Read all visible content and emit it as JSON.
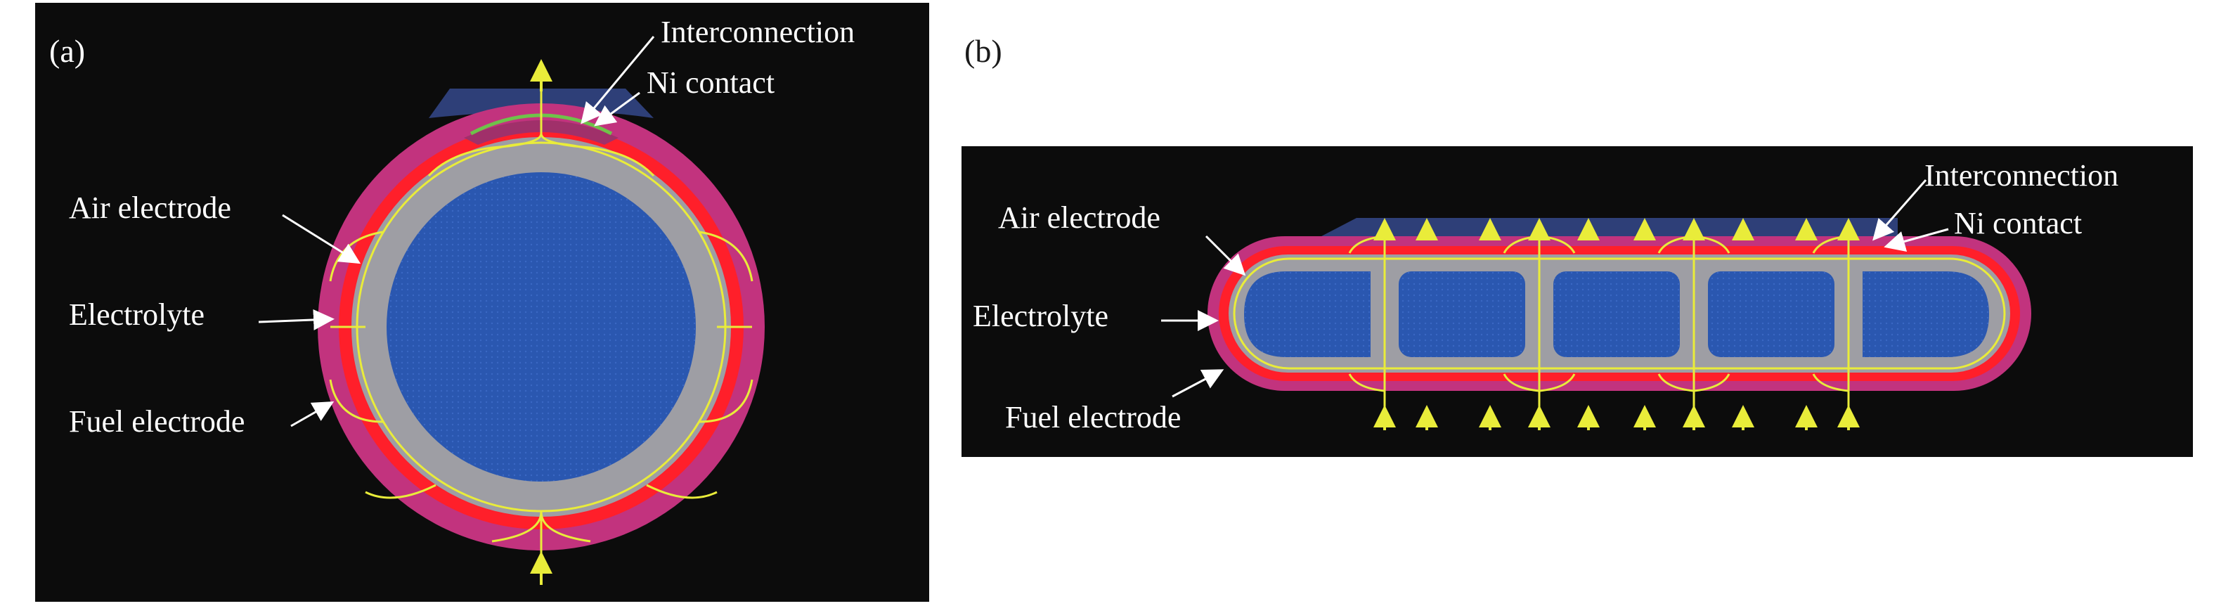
{
  "panel_a": {
    "tag": "(a)",
    "labels": {
      "interconnection": "Interconnection",
      "ni_contact": "Ni contact",
      "air_electrode": "Air electrode",
      "electrolyte": "Electrolyte",
      "fuel_electrode": "Fuel electrode"
    }
  },
  "panel_b": {
    "tag": "(b)",
    "labels": {
      "interconnection": "Interconnection",
      "ni_contact": "Ni contact",
      "air_electrode": "Air electrode",
      "electrolyte": "Electrolyte",
      "fuel_electrode": "Fuel electrode"
    }
  },
  "colors": {
    "background": "#0c0c0c",
    "fuel_electrode": "#c2337e",
    "electrolyte": "#ff1f2a",
    "air_electrode": "#9e9ea4",
    "air_channel": "#2a57b0",
    "interconnection": "#2e3f78",
    "current_lines": "#e9ec3a",
    "ni_contact": "#6fc24a",
    "label_text": "#ffffff",
    "caption_text": "#1a1a1a"
  }
}
